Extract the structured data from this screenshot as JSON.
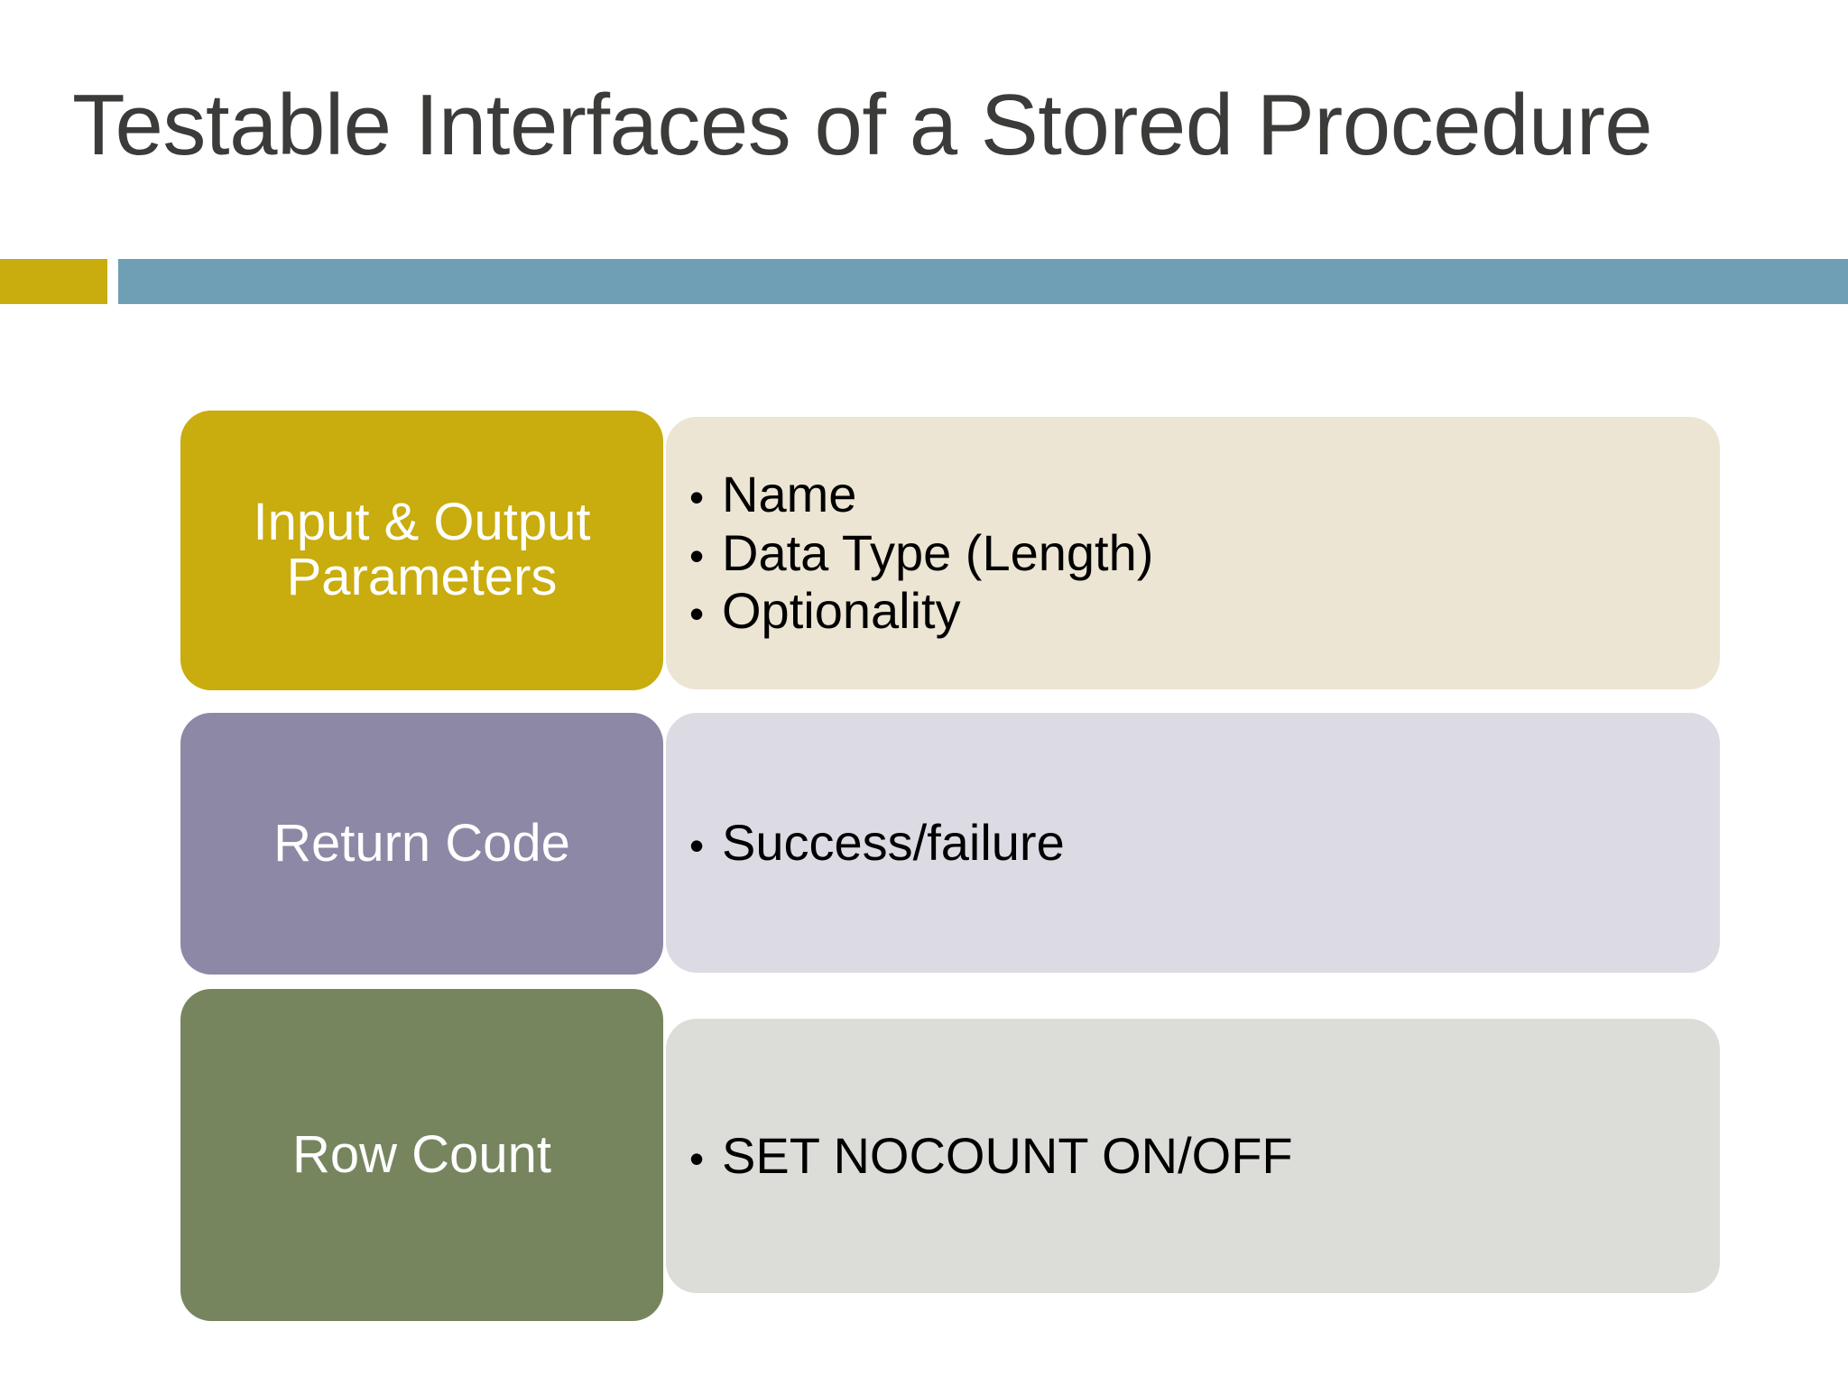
{
  "slide": {
    "title": "Testable Interfaces of a Stored Procedure",
    "background_color": "#ffffff",
    "title_color": "#3b3b39"
  },
  "divider": {
    "accent_color": "#c9ac0d",
    "bar_color": "#6e9fb4"
  },
  "rows": [
    {
      "label": "Input & Output Parameters",
      "label_color": "#c9ac0d",
      "panel_color": "#ece5d3",
      "bullet_glyph": "•",
      "bullets": [
        "Name",
        "Data Type (Length)",
        "Optionality"
      ]
    },
    {
      "label": "Return Code",
      "label_color": "#8c88a6",
      "panel_color": "#dcdae3",
      "bullet_glyph": "•",
      "bullets": [
        "Success/failure"
      ]
    },
    {
      "label": "Row Count",
      "label_color": "#76855e",
      "panel_color": "#dcdcd8",
      "bullet_glyph": "•",
      "bullets": [
        "SET NOCOUNT ON/OFF"
      ]
    }
  ]
}
